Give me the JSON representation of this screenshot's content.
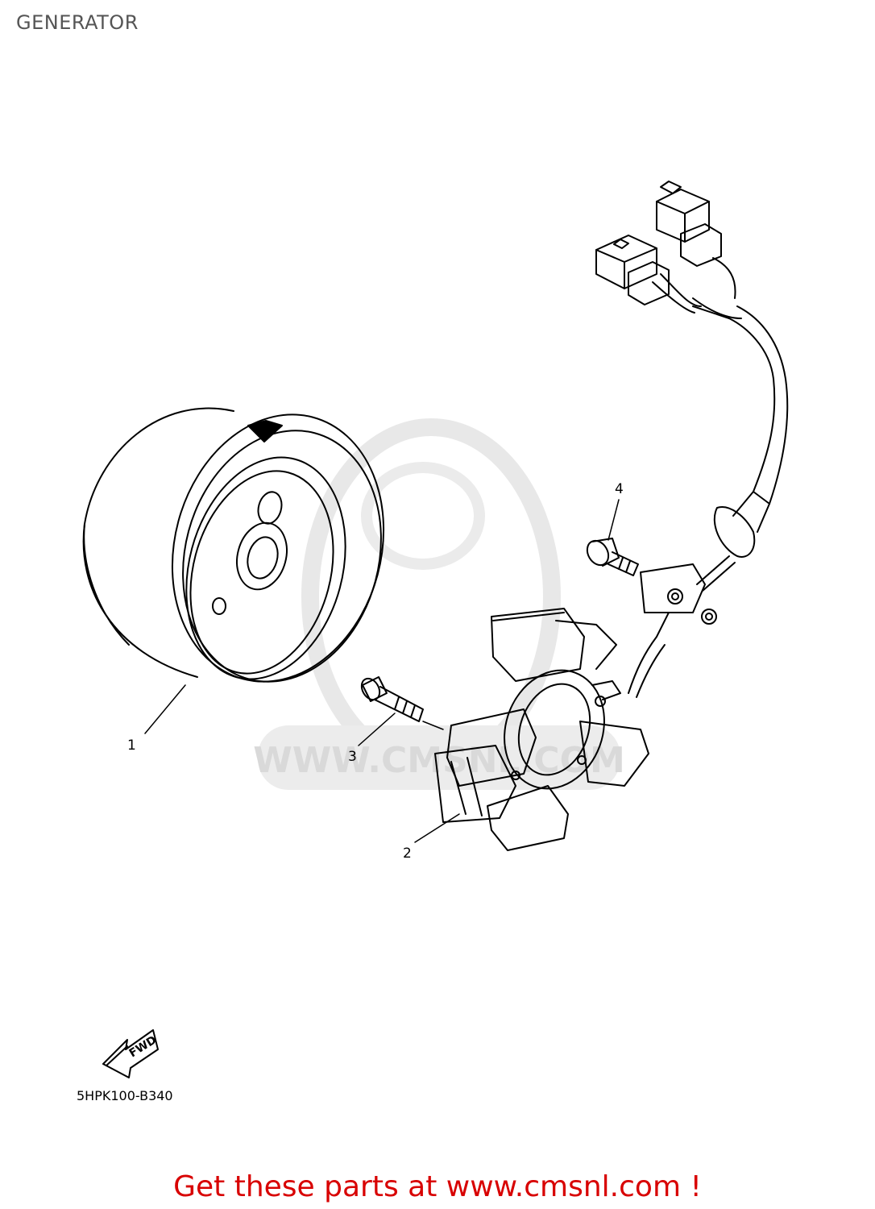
{
  "title": "GENERATOR",
  "callouts": [
    {
      "label": "1",
      "part": "rotor"
    },
    {
      "label": "2",
      "part": "stator"
    },
    {
      "label": "3",
      "part": "bolt"
    },
    {
      "label": "4",
      "part": "screw"
    }
  ],
  "fwd_label": "FWD",
  "watermark_text": "WWW.CMSNL.COM",
  "diagram_code": "5HPK100-B340",
  "footer": {
    "prefix": "Get these parts at ",
    "link": "www.cmsnl.com",
    "suffix": " !"
  },
  "colors": {
    "line": "#000000",
    "footer": "#d80000",
    "title": "#555555",
    "watermark": "#e6e6e6"
  }
}
